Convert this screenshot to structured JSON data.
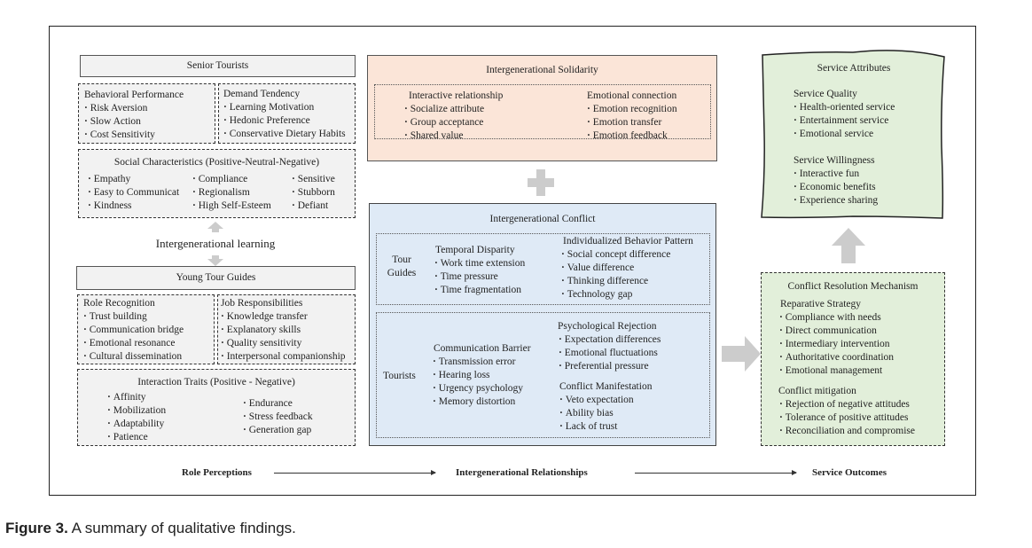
{
  "senior_tourists": {
    "title": "Senior Tourists",
    "behavioral_performance": {
      "heading": "Behavioral Performance",
      "items": [
        "Risk Aversion",
        "Slow Action",
        "Cost Sensitivity"
      ]
    },
    "demand_tendency": {
      "heading": "Demand Tendency",
      "items": [
        "Learning Motivation",
        "Hedonic Preference",
        "Conservative Dietary Habits"
      ]
    },
    "social_characteristics": {
      "heading": "Social Characteristics (Positive-Neutral-Negative)",
      "positive": [
        "Empathy",
        "Easy to Communicat",
        "Kindness"
      ],
      "neutral": [
        "Compliance",
        "Regionalism",
        "High Self-Esteem"
      ],
      "negative": [
        "Sensitive",
        "Stubborn",
        "Defiant"
      ]
    }
  },
  "intergenerational_learning": "Intergenerational learning",
  "young_tour_guides": {
    "title": "Young Tour Guides",
    "role_recognition": {
      "heading": "Role Recognition",
      "items": [
        "Trust building",
        "Communication bridge",
        "Emotional resonance",
        "Cultural dissemination"
      ]
    },
    "job_responsibilities": {
      "heading": "Job Responsibilities",
      "items": [
        "Knowledge transfer",
        "Explanatory skills",
        "Quality sensitivity",
        "Interpersonal companionship"
      ]
    },
    "interaction_traits": {
      "heading": "Interaction Traits (Positive - Negative)",
      "positive": [
        "Affinity",
        "Mobilization",
        "Adaptability",
        "Patience"
      ],
      "negative": [
        "Endurance",
        "Stress feedback",
        "Generation gap"
      ]
    }
  },
  "solidarity": {
    "title": "Intergenerational Solidarity",
    "interactive_relationship": {
      "heading": "Interactive relationship",
      "items": [
        "Socialize attribute",
        "Group acceptance",
        "Shared value"
      ]
    },
    "emotional_connection": {
      "heading": "Emotional connection",
      "items": [
        "Emotion recognition",
        "Emotion transfer",
        "Emotion feedback"
      ]
    }
  },
  "conflict": {
    "title": "Intergenerational Conflict",
    "tour_guides": {
      "label_line1": "Tour",
      "label_line2": "Guides",
      "temporal_disparity": {
        "heading": "Temporal Disparity",
        "items": [
          "Work time extension",
          "Time pressure",
          "Time fragmentation"
        ]
      },
      "individualized_behavior": {
        "heading": "Individualized Behavior Pattern",
        "items": [
          "Social concept difference",
          "Value difference",
          "Thinking difference",
          "Technology gap"
        ]
      }
    },
    "tourists": {
      "label": "Tourists",
      "communication_barrier": {
        "heading": "Communication Barrier",
        "items": [
          "Transmission error",
          "Hearing loss",
          "Urgency psychology",
          "Memory distortion"
        ]
      },
      "psychological_rejection": {
        "heading": "Psychological Rejection",
        "items": [
          "Expectation differences",
          "Emotional fluctuations",
          "Preferential pressure"
        ]
      },
      "conflict_manifestation": {
        "heading": "Conflict Manifestation",
        "items": [
          "Veto expectation",
          "Ability bias",
          "Lack of trust"
        ]
      }
    }
  },
  "service_attributes": {
    "title": "Service Attributes",
    "service_quality": {
      "heading": "Service Quality",
      "items": [
        "Health-oriented service",
        "Entertainment service",
        "Emotional service"
      ]
    },
    "service_willingness": {
      "heading": "Service Willingness",
      "items": [
        "Interactive fun",
        "Economic benefits",
        "Experience sharing"
      ]
    }
  },
  "conflict_resolution": {
    "title": "Conflict Resolution Mechanism",
    "reparative_strategy": {
      "heading": "Reparative Strategy",
      "items": [
        "Compliance with needs",
        "Direct communication",
        "Intermediary intervention",
        "Authoritative coordination",
        "Emotional management"
      ]
    },
    "conflict_mitigation": {
      "heading": "Conflict mitigation",
      "items": [
        "Rejection of negative attitudes",
        "Tolerance of positive attitudes",
        "Reconciliation and compromise"
      ]
    }
  },
  "flow": {
    "step1": "Role Perceptions",
    "step2": "Intergenerational Relationships",
    "step3": "Service Outcomes"
  },
  "caption": {
    "label": "Figure 3.",
    "text": "A summary of qualitative findings."
  },
  "colors": {
    "solidarity_fill": "#fbe5d8",
    "conflict_fill": "#dfeaf6",
    "outcome_fill": "#e2efda",
    "role_fill": "#f2f2f2",
    "arrow_gray": "#cccccc"
  }
}
